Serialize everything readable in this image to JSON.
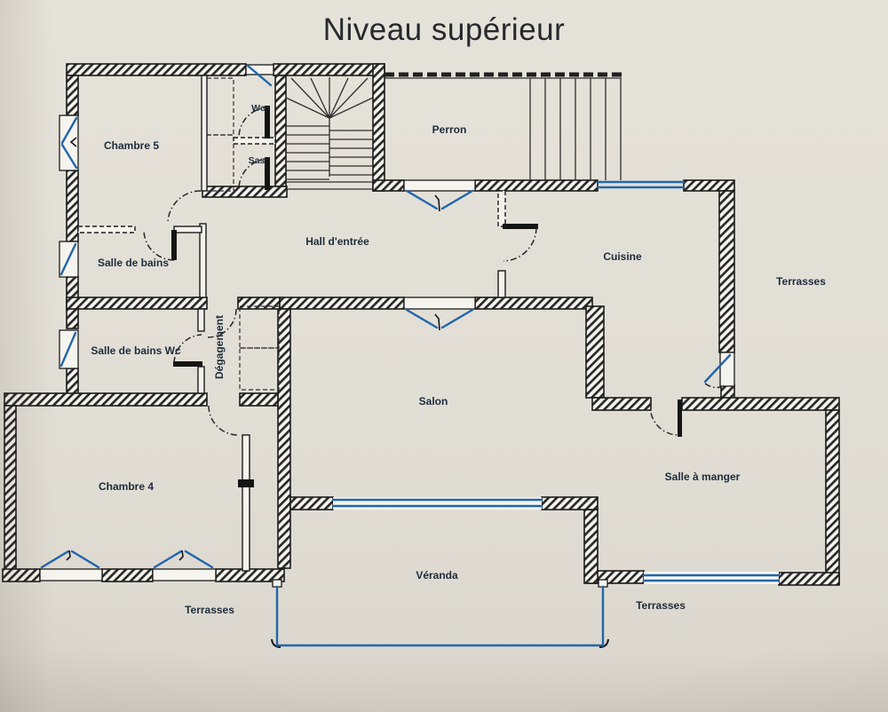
{
  "title": "Niveau supérieur",
  "colors": {
    "paper": "#e1ded5",
    "wall_ink": "#1b1b1b",
    "glazing": "#2166ac",
    "label_ink": "#1e2c3c"
  },
  "rooms": [
    {
      "id": "chambre-5",
      "label": "Chambre 5"
    },
    {
      "id": "wc",
      "label": "Wc"
    },
    {
      "id": "sas",
      "label": "Sas"
    },
    {
      "id": "perron",
      "label": "Perron"
    },
    {
      "id": "hall-entree",
      "label": "Hall d'entrée"
    },
    {
      "id": "cuisine",
      "label": "Cuisine"
    },
    {
      "id": "salle-de-bains",
      "label": "Salle de bains"
    },
    {
      "id": "salle-de-bains-wc",
      "label": "Salle de bains Wc"
    },
    {
      "id": "degagement",
      "label": "Dégagement"
    },
    {
      "id": "salon",
      "label": "Salon"
    },
    {
      "id": "chambre-4",
      "label": "Chambre 4"
    },
    {
      "id": "salle-a-manger",
      "label": "Salle à manger"
    },
    {
      "id": "veranda",
      "label": "Véranda"
    }
  ],
  "outdoor_labels": [
    {
      "id": "terrasses-est",
      "label": "Terrasses"
    },
    {
      "id": "terrasses-sud-ouest",
      "label": "Terrasses"
    },
    {
      "id": "terrasses-sud-est",
      "label": "Terrasses"
    }
  ]
}
